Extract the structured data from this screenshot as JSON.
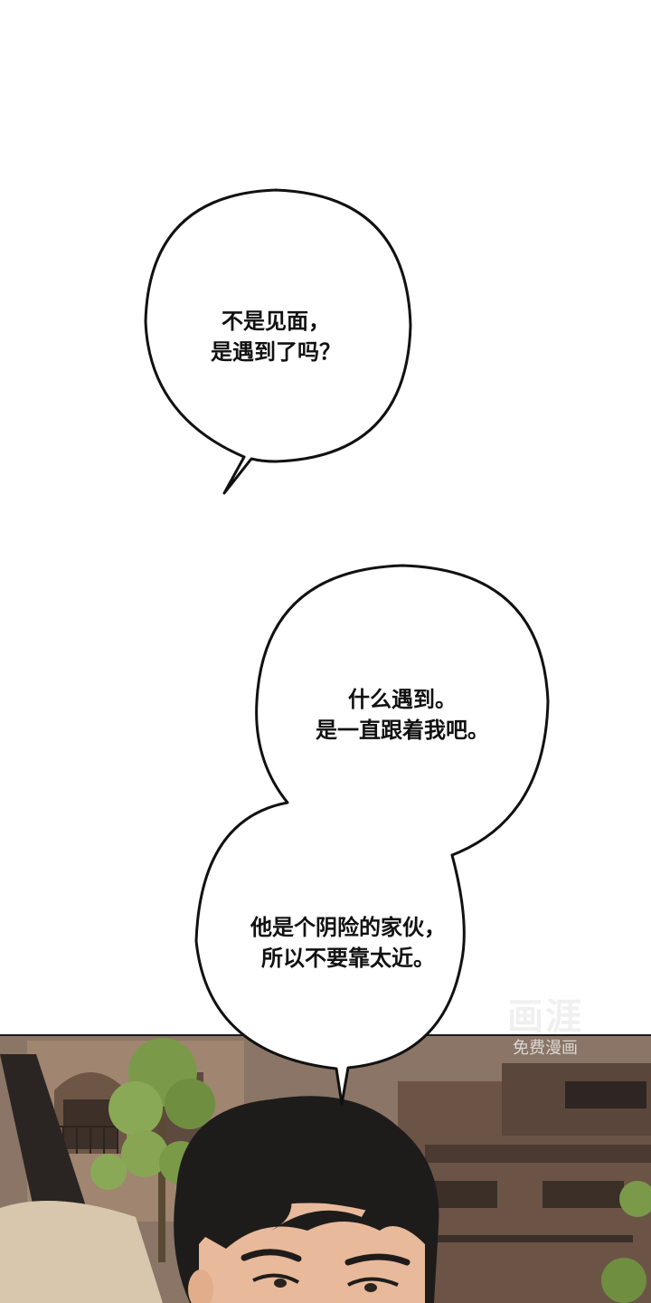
{
  "bubbles": [
    {
      "lines": [
        "不是见面，",
        "是遇到了吗？"
      ]
    },
    {
      "lines": [
        "什么遇到。",
        "是一直跟着我吧。"
      ]
    },
    {
      "lines": [
        "他是个阴险的家伙，",
        "所以不要靠太近。"
      ]
    }
  ],
  "watermark": {
    "logo": "画涯",
    "subtitle": "免费漫画"
  },
  "colors": {
    "background": "#ffffff",
    "bubble_fill": "#ffffff",
    "bubble_stroke": "#111111",
    "panel_sky": "#7d6a5c",
    "hair": "#1e1c1b",
    "skin": "#e8b99a"
  }
}
